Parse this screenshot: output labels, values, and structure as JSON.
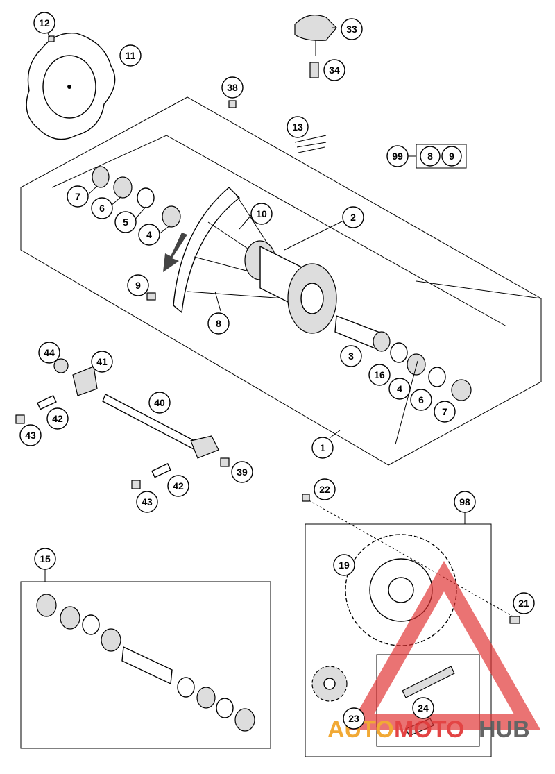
{
  "callouts": {
    "c1": "1",
    "c2": "2",
    "c3": "3",
    "c4a": "4",
    "c4b": "4",
    "c5": "5",
    "c6a": "6",
    "c6b": "6",
    "c7a": "7",
    "c7b": "7",
    "c8": "8",
    "c9": "9",
    "c10": "10",
    "c11": "11",
    "c12": "12",
    "c13": "13",
    "c15": "15",
    "c16": "16",
    "c19": "19",
    "c21": "21",
    "c22": "22",
    "c23": "23",
    "c24": "24",
    "c33": "33",
    "c34": "34",
    "c38": "38",
    "c39": "39",
    "c40": "40",
    "c41": "41",
    "c42a": "42",
    "c42b": "42",
    "c43a": "43",
    "c43b": "43",
    "c44": "44",
    "c98": "98",
    "c99": "99",
    "c99_8": "8",
    "c99_9": "9"
  },
  "watermark": {
    "auto": "AUTO",
    "moto": "MOTO",
    "hub": "HUB",
    "colors": {
      "red": "#e03030",
      "orange": "#f0a020",
      "gray": "#555555"
    }
  }
}
